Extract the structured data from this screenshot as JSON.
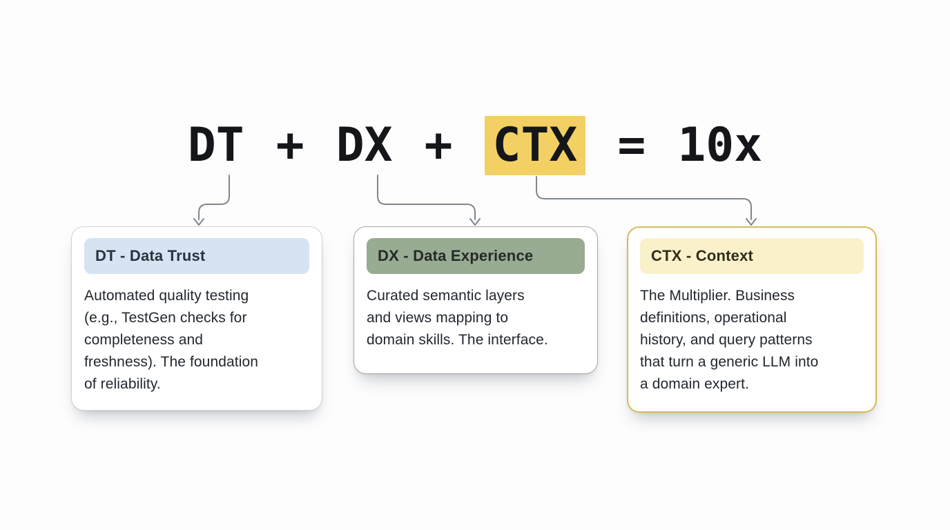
{
  "formula": {
    "term1": "DT",
    "op1": "+",
    "term2": "DX",
    "op2": "+",
    "term3": "CTX",
    "equals": "=",
    "result": "10x"
  },
  "colors": {
    "page_background": "#fdfdfd",
    "formula_text": "#141619",
    "ctx_highlight": "#f2d063",
    "arrow_stroke": "#7f858b",
    "card_dt_header_bg": "#d7e3f3",
    "card_dx_header_bg": "#98ab93",
    "card_ctx_header_bg": "#faf1cb",
    "card_ctx_border": "#d8ba55",
    "card_neutral_border": "#ccd1d7",
    "body_text": "#21272e"
  },
  "cards": [
    {
      "title": "DT - Data Trust",
      "body_lines": [
        "Automated quality testing",
        "(e.g., TestGen checks for",
        "completeness and",
        "freshness). The foundation",
        "of reliability."
      ]
    },
    {
      "title": "DX - Data Experience",
      "body_lines": [
        "Curated semantic layers",
        "and views mapping to",
        "domain skills. The interface."
      ]
    },
    {
      "title": "CTX - Context",
      "body_lines": [
        "The Multiplier. Business",
        "definitions, operational",
        "history, and query patterns",
        "that turn a generic LLM into",
        "a domain expert."
      ]
    }
  ]
}
